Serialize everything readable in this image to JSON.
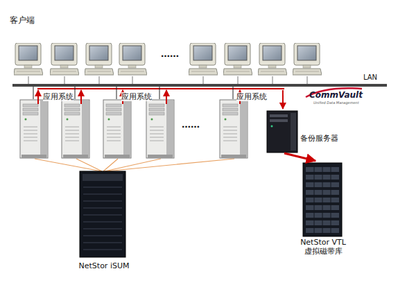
{
  "diagram": {
    "nodes": [
      {
        "text": [
          "LAN"
        ]
      },
      {
        "text": [
          "备份服务器"
        ]
      },
      {
        "text": [
          "NetStor iSUM"
        ]
      },
      {
        "text": [
          "NetStor VTL 虚拟磁带库"
        ]
      }
    ],
    "edges": [
      {
        "from": 0,
        "to": 1,
        "arrow": "to"
      },
      {
        "from": 1,
        "to": 3,
        "arrow": "to"
      }
    ],
    "labels": [
      "客户端",
      "……",
      "应用系统",
      "应用系统",
      "应用系统",
      "……",
      "CommVault",
      "Unified Data Management"
    ]
  }
}
